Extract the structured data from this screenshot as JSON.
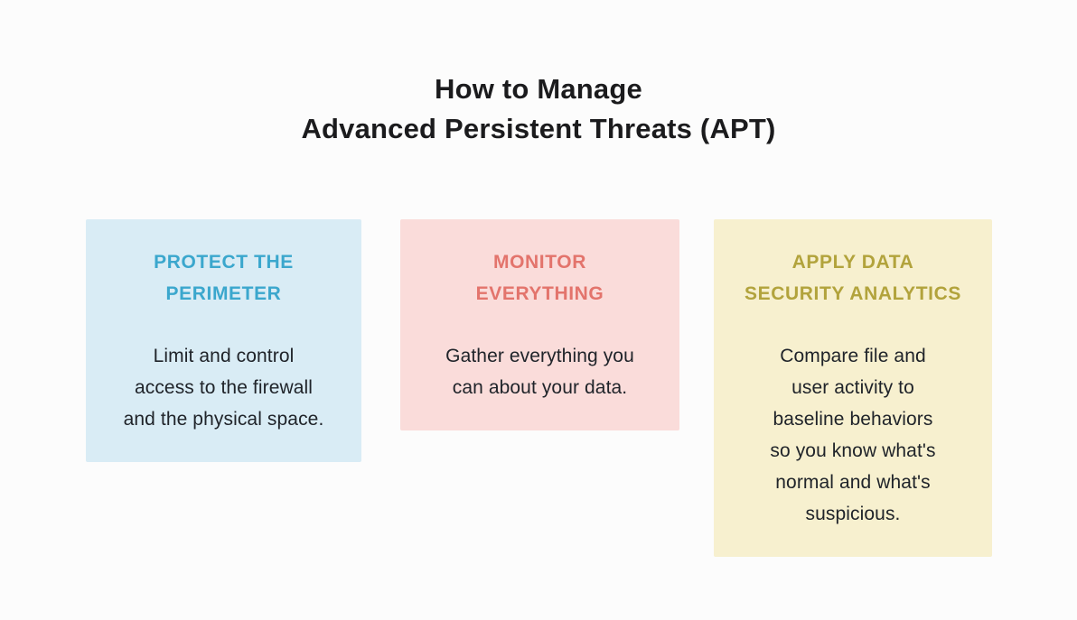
{
  "page": {
    "bg_color": "#fcfcfc"
  },
  "title": {
    "lines": [
      "How to Manage",
      "Advanced Persistent Threats (APT)"
    ],
    "color": "#1b1b1d"
  },
  "cards": [
    {
      "id": "protect-the-perimeter",
      "heading_lines": [
        "PROTECT THE",
        "PERIMETER"
      ],
      "body_lines": [
        "Limit and control",
        "access to the firewall",
        "and the physical space."
      ],
      "bg_color": "#d9ecf5",
      "heading_color": "#3ba7cd",
      "body_color": "#20242a"
    },
    {
      "id": "monitor-everything",
      "heading_lines": [
        "MONITOR",
        "EVERYTHING"
      ],
      "body_lines": [
        "Gather everything you",
        "can about your data."
      ],
      "bg_color": "#fadcda",
      "heading_color": "#e3746c",
      "body_color": "#20242a"
    },
    {
      "id": "apply-data-security-analytics",
      "heading_lines": [
        "APPLY DATA",
        "SECURITY ANALYTICS"
      ],
      "body_lines": [
        "Compare file and",
        "user activity to",
        "baseline behaviors",
        "so you know what's",
        "normal and what's",
        "suspicious."
      ],
      "bg_color": "#f7f0cf",
      "heading_color": "#b2a33c",
      "body_color": "#20242a"
    }
  ]
}
